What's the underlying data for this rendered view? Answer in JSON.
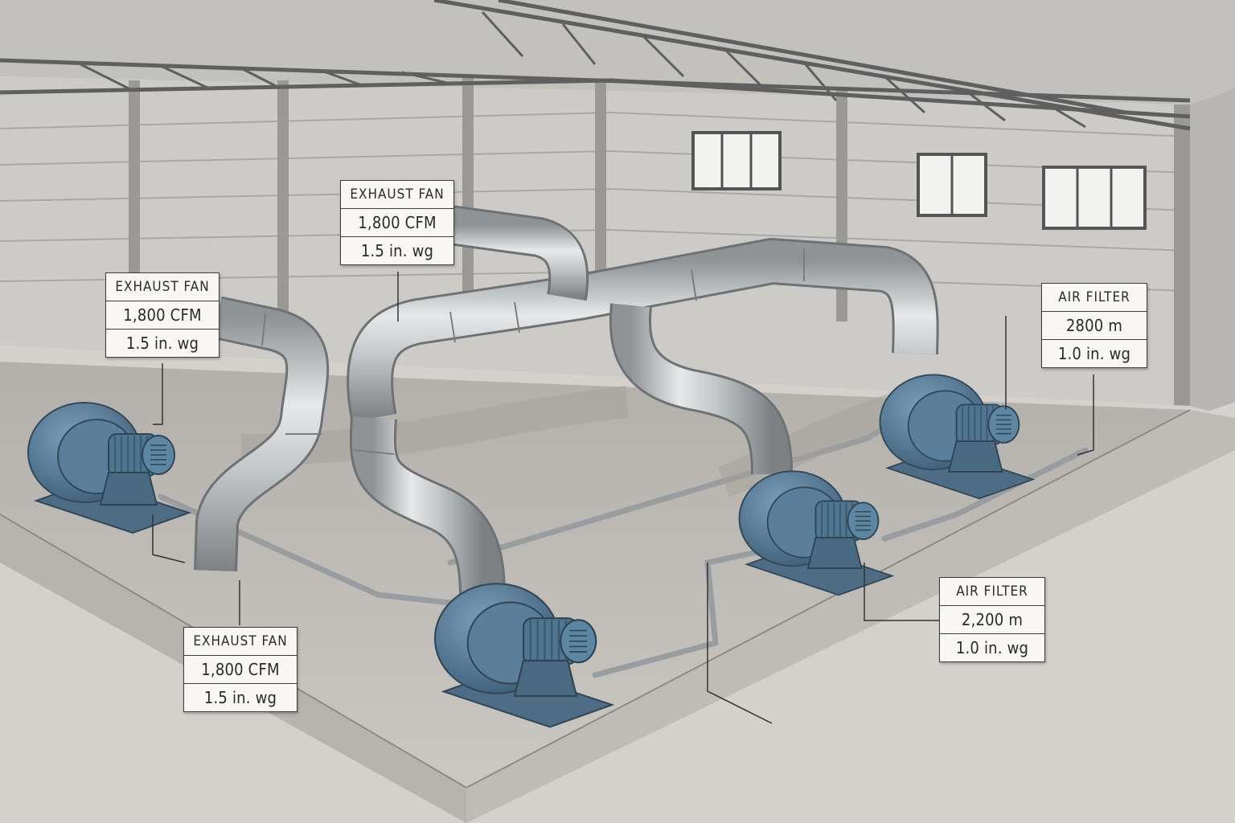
{
  "labels": [
    {
      "id": "fan-left",
      "title": "EXHAUST FAN",
      "flow": "1,800 CFM",
      "pressure": "1.5 in. wg"
    },
    {
      "id": "fan-top",
      "title": "EXHAUST FAN",
      "flow": "1,800 CFM",
      "pressure": "1.5 in. wg"
    },
    {
      "id": "fan-bottom",
      "title": "EXHAUST FAN",
      "flow": "1,800 CFM",
      "pressure": "1.5 in. wg"
    },
    {
      "id": "filter-right",
      "title": "AIR FILTER",
      "flow": "2800 m",
      "pressure": "1.0 in. wg"
    },
    {
      "id": "filter-center",
      "title": "AIR FILTER",
      "flow": "2,200 m",
      "pressure": "1.0 in. wg"
    }
  ],
  "colors": {
    "fan_body": "#5b7f9b",
    "duct": "#b9bcbe",
    "floor": "#c9c5c0",
    "wall": "#cfcdca",
    "steel": "#6d6d6d"
  }
}
